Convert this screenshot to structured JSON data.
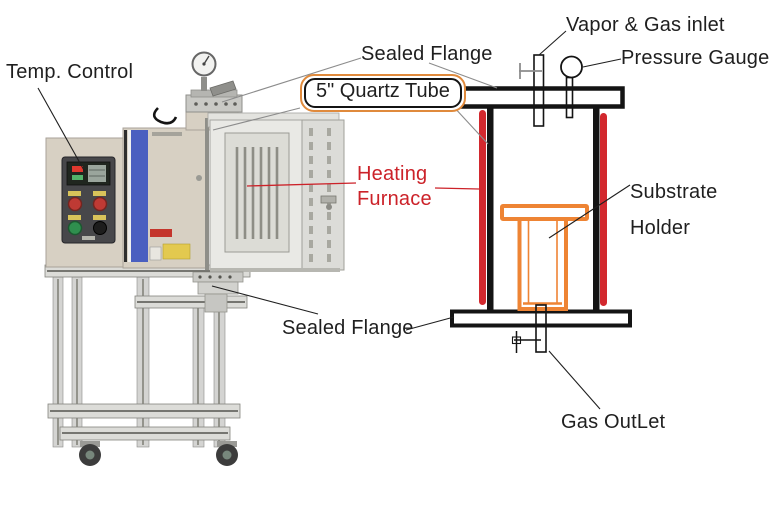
{
  "page": {
    "background": "#ffffff"
  },
  "diagram": {
    "labels": {
      "temp_control": "Temp. Control",
      "sealed_flange_top": "Sealed Flange",
      "quartz_tube": "5\" Quartz Tube",
      "heating_furnace": {
        "line1": "Heating",
        "line2": "Furnace"
      },
      "vapor_gas_inlet": "Vapor & Gas inlet",
      "pressure_gauge": "Pressure Gauge",
      "substrate_holder": {
        "line1": "Substrate",
        "line2": "Holder"
      },
      "sealed_flange_bottom": "Sealed Flange",
      "gas_outlet": "Gas OutLet"
    },
    "colors": {
      "page_bg": "#ffffff",
      "label_text": "#1f1f1f",
      "heating_accent": "#cc2229",
      "heater_bar": "#d2282e",
      "holder_orange": "#ee8434",
      "schematic_black": "#141414",
      "leader_gray": "#8c8c8c",
      "quartz_box_border": "#e08a3c",
      "furnace_beige": "#d7d0c3",
      "furnace_blue_stripe": "#4a5fc0",
      "stainless_light": "#e9e9e5",
      "frame_aluminum": "#d4d4d2"
    }
  }
}
